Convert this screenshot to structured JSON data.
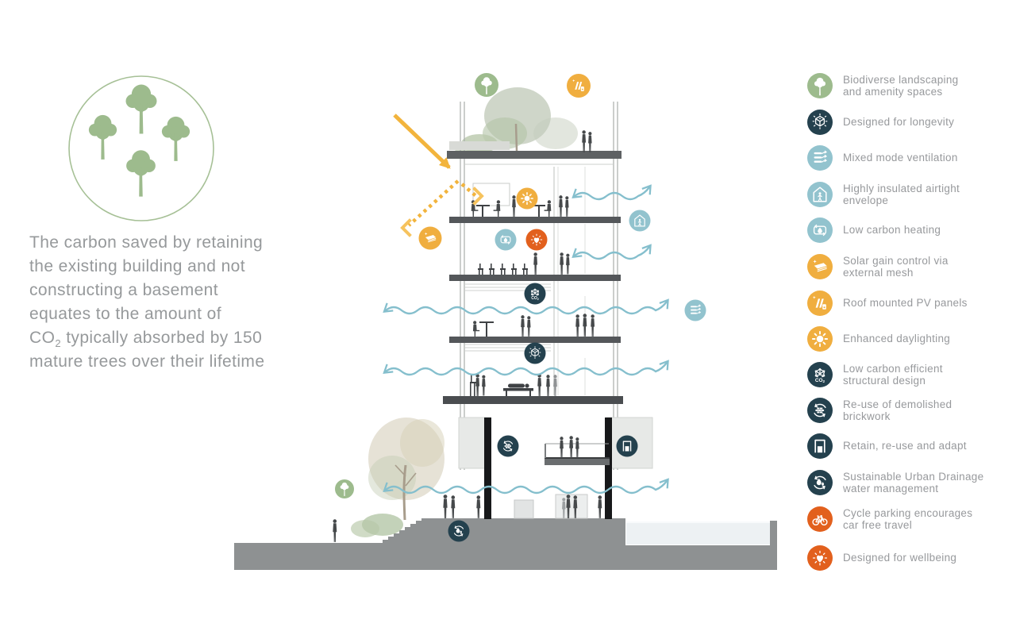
{
  "palette": {
    "green": "#9dbb8d",
    "green_light": "#a6c096",
    "dark": "#24414e",
    "blue": "#92c3ce",
    "orange": "#f0ae3f",
    "orangered": "#e2601d",
    "wave": "#85bfcd",
    "sun_arrow": "#f2b43d",
    "sun_arrow_light": "#f6c35e",
    "text_gray": "#96999b",
    "ground": "#8e9192",
    "white": "#ffffff"
  },
  "icons": {
    "co2_main": "CO",
    "co2_sub": "2"
  },
  "left_panel": {
    "trees_icon": "four-mature-trees-in-circle",
    "paragraph_before_sub": "The carbon saved by retaining\nthe existing building and not\nconstructing a basement\nequates to the amount of\nCO",
    "paragraph_sub": "2",
    "paragraph_after_sub": " typically absorbed by 150\nmature trees over their lifetime"
  },
  "legend": {
    "items": [
      {
        "icon": "tree-icon",
        "color": "#9dbb8d",
        "label": "Biodiverse landscaping\nand amenity spaces"
      },
      {
        "icon": "longevity-cube-icon",
        "color": "#24414e",
        "label": "Designed for longevity"
      },
      {
        "icon": "ventilation-icon",
        "color": "#92c3ce",
        "label": "Mixed mode ventilation"
      },
      {
        "icon": "insulated-house-icon",
        "color": "#92c3ce",
        "label": "Highly insulated airtight\nenvelope"
      },
      {
        "icon": "flame-recycle-icon",
        "color": "#92c3ce",
        "label": "Low carbon heating"
      },
      {
        "icon": "awning-mesh-icon",
        "color": "#f0ae3f",
        "label": "Solar gain control via\nexternal mesh"
      },
      {
        "icon": "pv-panels-icon",
        "color": "#f0ae3f",
        "label": "Roof mounted PV panels"
      },
      {
        "icon": "sun-icon",
        "color": "#f0ae3f",
        "label": "Enhanced daylighting"
      },
      {
        "icon": "co2-arrows-icon",
        "color": "#24414e",
        "label": "Low carbon efficient\nstructural design"
      },
      {
        "icon": "brick-recycle-icon",
        "color": "#24414e",
        "label": "Re-use of demolished\nbrickwork"
      },
      {
        "icon": "retain-building-icon",
        "color": "#24414e",
        "label": "Retain, re-use and adapt"
      },
      {
        "icon": "suds-water-icon",
        "color": "#24414e",
        "label": "Sustainable Urban Drainage\nwater management"
      },
      {
        "icon": "bicycle-icon",
        "color": "#e2601d",
        "label": "Cycle parking encourages\ncar free travel"
      },
      {
        "icon": "wellbeing-heart-icon",
        "color": "#e2601d",
        "label": "Designed for wellbeing"
      }
    ]
  }
}
